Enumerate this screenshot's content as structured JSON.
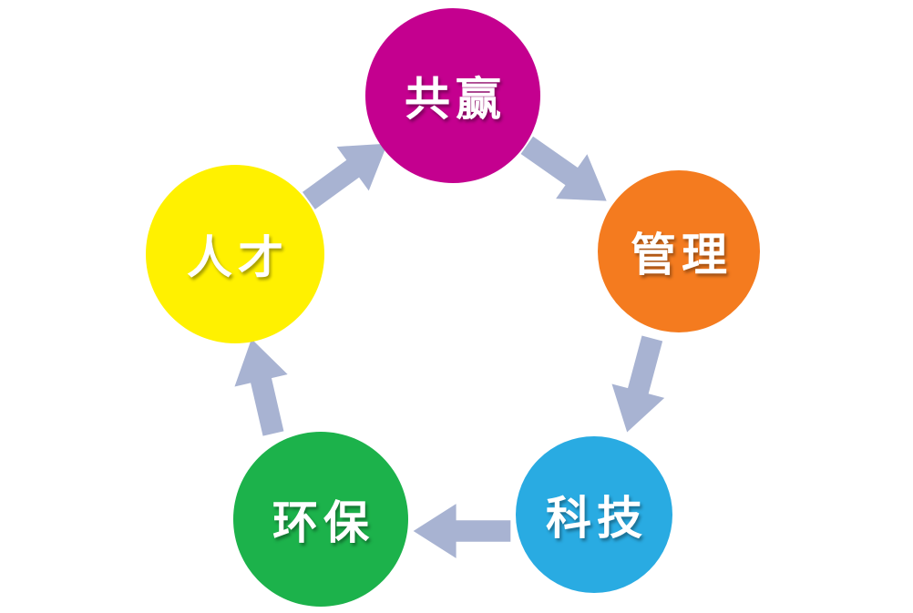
{
  "page": {
    "background_color": "#FFFFFF",
    "text_color": "#FFFFFF"
  },
  "diagram": {
    "type": "cycle",
    "arrow_color": "#A8B3D2",
    "nodes": [
      {
        "id": "win-win",
        "label": "共赢",
        "color": "#C4008F"
      },
      {
        "id": "management",
        "label": "管理",
        "color": "#F47B1F"
      },
      {
        "id": "technology",
        "label": "科技",
        "color": "#29ABE2"
      },
      {
        "id": "environment",
        "label": "环保",
        "color": "#1CB24B"
      },
      {
        "id": "talent",
        "label": "人才",
        "color": "#FFF100"
      }
    ],
    "arrows": [
      {
        "from": "talent",
        "to": "win-win"
      },
      {
        "from": "win-win",
        "to": "management"
      },
      {
        "from": "management",
        "to": "technology"
      },
      {
        "from": "technology",
        "to": "environment"
      },
      {
        "from": "environment",
        "to": "talent"
      }
    ]
  }
}
